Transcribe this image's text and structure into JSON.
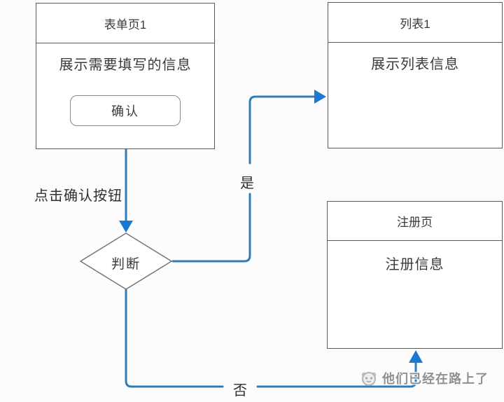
{
  "nodes": {
    "form": {
      "title": "表单页1",
      "body": "展示需要填写的信息",
      "button_label": "确认"
    },
    "list": {
      "title": "列表1",
      "body": "展示列表信息"
    },
    "register": {
      "title": "注册页",
      "body": "注册信息"
    },
    "decision": {
      "label": "判断"
    }
  },
  "edge_labels": {
    "form_to_decision": "点击确认按钮",
    "decision_to_list": "是",
    "decision_to_register": "否"
  },
  "watermark": {
    "text": "他们已经在路上了"
  },
  "colors": {
    "connector": "#2f7db8",
    "arrowhead": "#1a78d2",
    "box_border": "#5a5a5a",
    "diamond_border": "#757575",
    "text": "#333333",
    "watermark_text": "#909090"
  }
}
